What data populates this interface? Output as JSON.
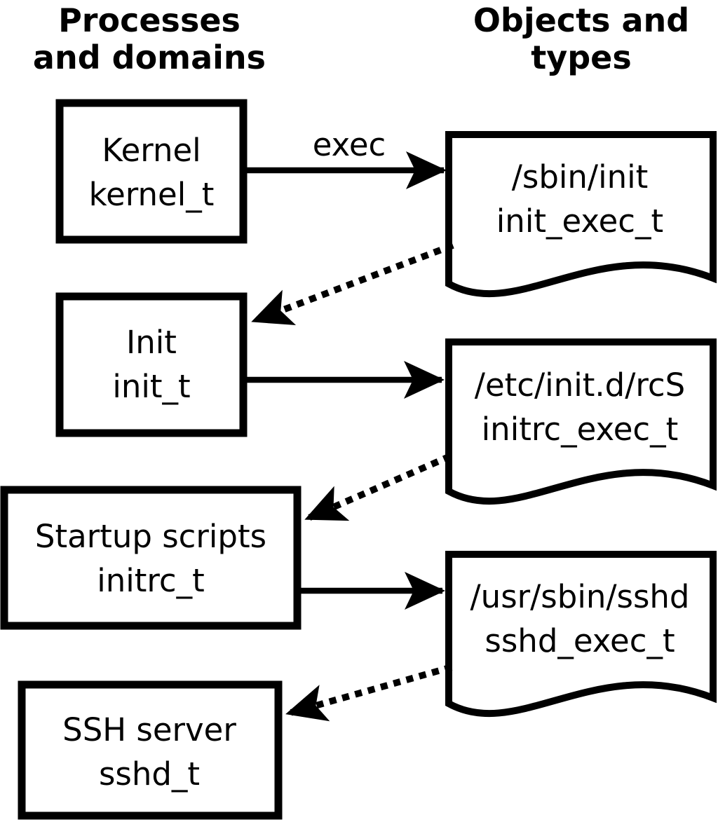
{
  "columns": {
    "left": {
      "line1": "Processes",
      "line2": "and domains"
    },
    "right": {
      "line1": "Objects and",
      "line2": "types"
    }
  },
  "processes": [
    {
      "name": "Kernel",
      "domain": "kernel_t"
    },
    {
      "name": "Init",
      "domain": "init_t"
    },
    {
      "name": "Startup scripts",
      "domain": "initrc_t"
    },
    {
      "name": "SSH server",
      "domain": "sshd_t"
    }
  ],
  "objects": [
    {
      "path": "/sbin/init",
      "type": "init_exec_t"
    },
    {
      "path": "/etc/init.d/rcS",
      "type": "initrc_exec_t"
    },
    {
      "path": "/usr/sbin/sshd",
      "type": "sshd_exec_t"
    }
  ],
  "arrows": {
    "exec_label": "exec",
    "edges": [
      {
        "from": "Kernel (kernel_t)",
        "to": "/sbin/init (init_exec_t)",
        "style": "solid",
        "label": "exec"
      },
      {
        "from": "/sbin/init (init_exec_t)",
        "to": "Init (init_t)",
        "style": "dotted",
        "label": ""
      },
      {
        "from": "Init (init_t)",
        "to": "/etc/init.d/rcS (initrc_exec_t)",
        "style": "solid",
        "label": ""
      },
      {
        "from": "/etc/init.d/rcS (initrc_exec_t)",
        "to": "Startup scripts (initrc_t)",
        "style": "dotted",
        "label": ""
      },
      {
        "from": "Startup scripts (initrc_t)",
        "to": "/usr/sbin/sshd (sshd_exec_t)",
        "style": "solid",
        "label": ""
      },
      {
        "from": "/usr/sbin/sshd (sshd_exec_t)",
        "to": "SSH server (sshd_t)",
        "style": "dotted",
        "label": ""
      }
    ]
  },
  "colors": {
    "ink": "#000000",
    "background": "#ffffff"
  }
}
